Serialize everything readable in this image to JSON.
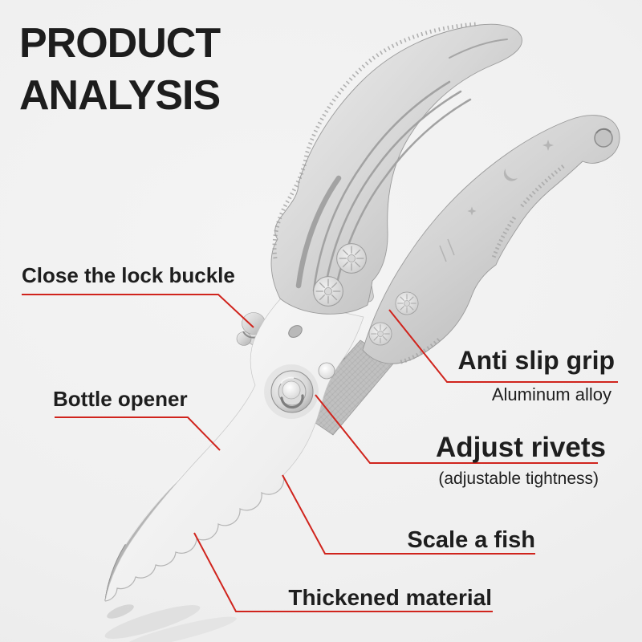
{
  "title": {
    "line1": "PRODUCT",
    "line2": "ANALYSIS"
  },
  "callouts": [
    {
      "id": "lock-buckle",
      "label": "Close the lock buckle"
    },
    {
      "id": "bottle-opener",
      "label": "Bottle opener"
    },
    {
      "id": "anti-slip-grip",
      "label": "Anti slip grip",
      "sublabel": "Aluminum alloy"
    },
    {
      "id": "adjust-rivets",
      "label": "Adjust rivets",
      "sublabel": "(adjustable tightness)"
    },
    {
      "id": "scale-a-fish",
      "label": "Scale a fish"
    },
    {
      "id": "thickened-material",
      "label": "Thickened material"
    }
  ],
  "colors": {
    "accent_red": "#d0241d",
    "background": "#f0f0f0",
    "text": "#1e1e1e",
    "metal_light": "#f3f3f3",
    "metal_mid": "#c9c9c9",
    "metal_dark": "#8f8f8f"
  },
  "product_image": {
    "subject": "aluminum-kitchen-shears"
  }
}
